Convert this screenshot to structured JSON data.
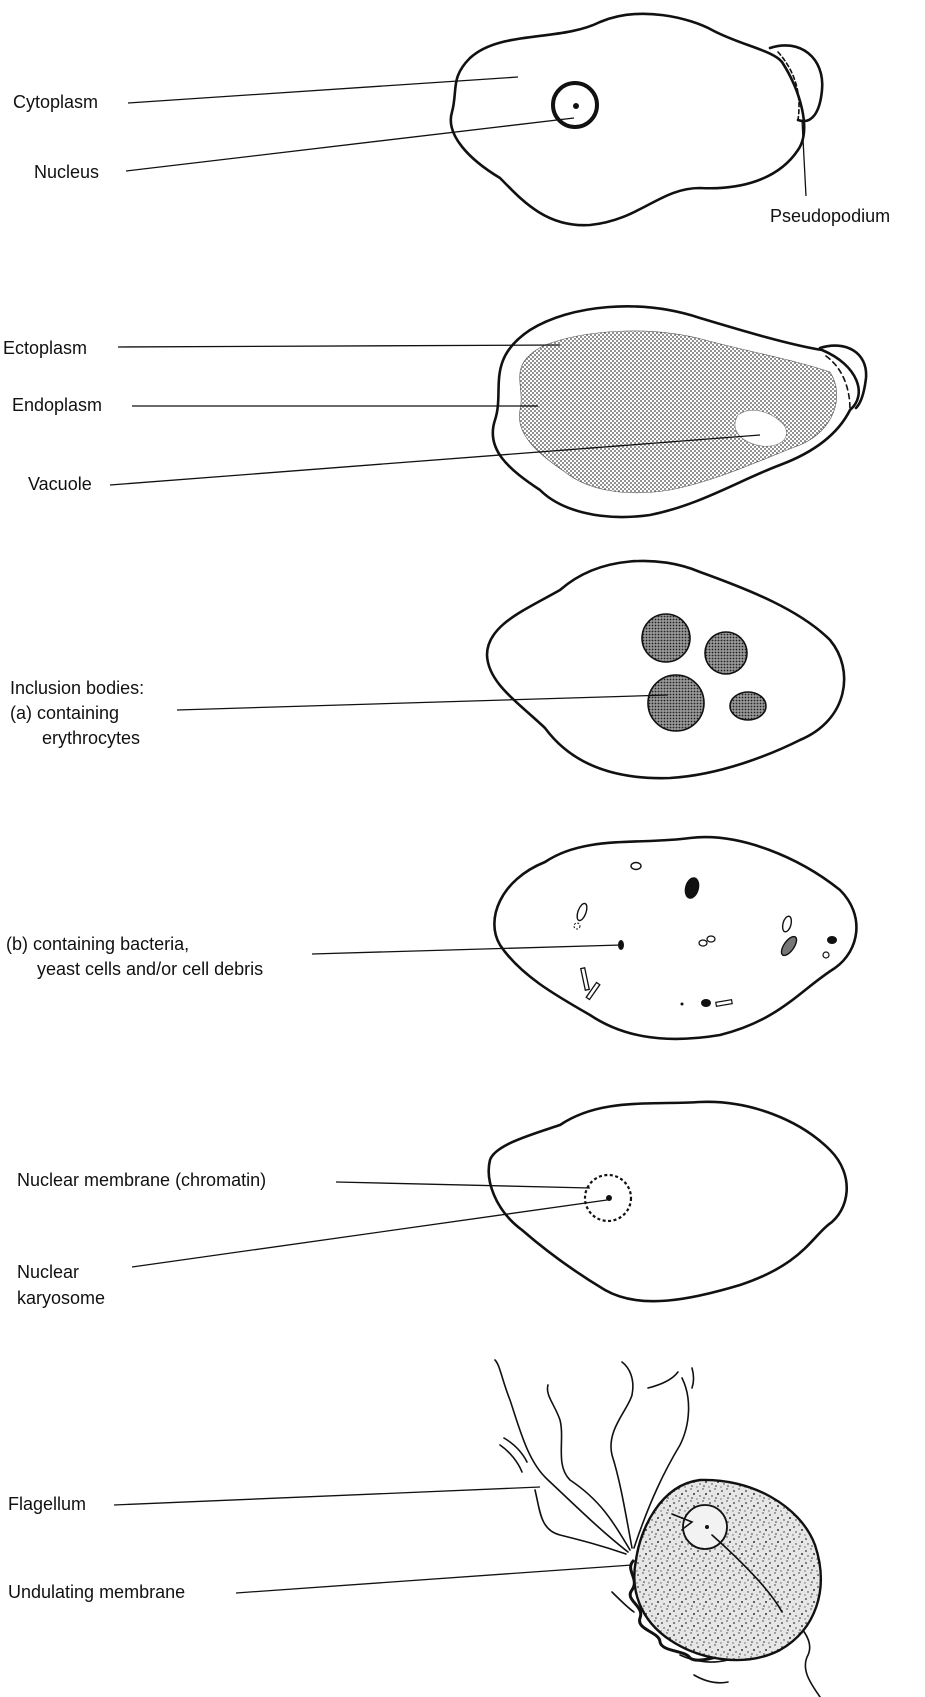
{
  "panels": [
    {
      "id": "cell-1",
      "labels": [
        {
          "key": "cytoplasm",
          "lines": [
            "Cytoplasm"
          ]
        },
        {
          "key": "nucleus",
          "lines": [
            "Nucleus"
          ]
        },
        {
          "key": "pseudopodium",
          "lines": [
            "Pseudopodium"
          ]
        }
      ]
    },
    {
      "id": "cell-2",
      "labels": [
        {
          "key": "ectoplasm",
          "lines": [
            "Ectoplasm"
          ]
        },
        {
          "key": "endoplasm",
          "lines": [
            "Endoplasm"
          ]
        },
        {
          "key": "vacuole",
          "lines": [
            "Vacuole"
          ]
        }
      ]
    },
    {
      "id": "cell-3",
      "labels": [
        {
          "key": "inclusion-bodies",
          "lines": [
            "Inclusion bodies:",
            "(a) containing",
            "erythrocytes"
          ]
        }
      ]
    },
    {
      "id": "cell-4",
      "labels": [
        {
          "key": "inclusion-bacteria",
          "lines": [
            "(b) containing bacteria,",
            "yeast cells and/or cell debris"
          ]
        }
      ]
    },
    {
      "id": "cell-5",
      "labels": [
        {
          "key": "nuclear-membrane",
          "lines": [
            "Nuclear membrane (chromatin)"
          ]
        },
        {
          "key": "nuclear-karyosome",
          "lines": [
            "Nuclear",
            "karyosome"
          ]
        }
      ]
    },
    {
      "id": "cell-6",
      "labels": [
        {
          "key": "flagellum",
          "lines": [
            "Flagellum"
          ]
        },
        {
          "key": "undulating-membrane",
          "lines": [
            "Undulating membrane"
          ]
        }
      ]
    }
  ]
}
